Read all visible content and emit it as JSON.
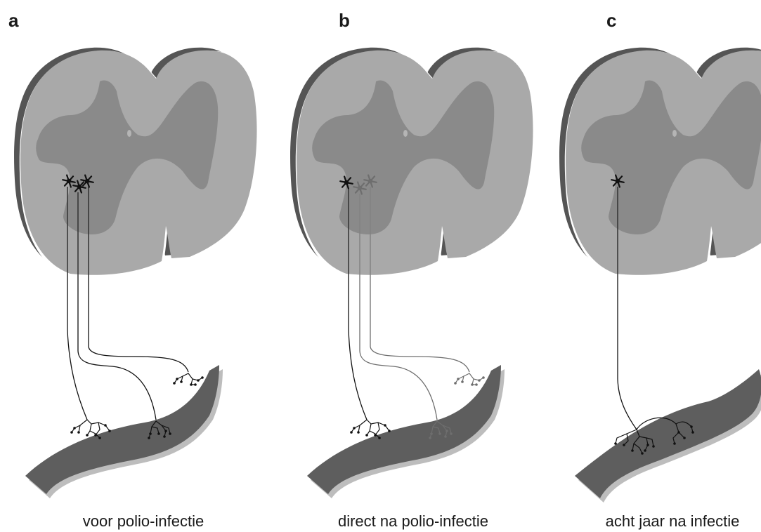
{
  "panels": [
    {
      "letter": "a",
      "caption": "voor polio-infectie",
      "neurons": [
        "healthy",
        "healthy",
        "healthy"
      ]
    },
    {
      "letter": "b",
      "caption": "direct na polio-infectie",
      "neurons": [
        "healthy",
        "damaged",
        "damaged"
      ]
    },
    {
      "letter": "c",
      "caption": "acht jaar na infectie",
      "neurons": [
        "healthy"
      ]
    }
  ],
  "colors": {
    "healthy": "#111111",
    "damaged": "#6e6e6e",
    "white_matter": "#a9a9a9",
    "grey_matter": "#8a8a8a",
    "muscle": "#5e5e5e"
  }
}
